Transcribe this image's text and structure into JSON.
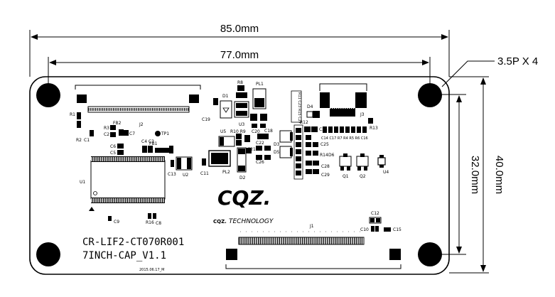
{
  "dimensions": {
    "width_top": "85.0mm",
    "width_inner": "77.0mm",
    "height_right": "40.0mm",
    "height_inner": "32.0mm",
    "hole_spec": "3.5P X 4"
  },
  "board": {
    "part_number": "CR-LIF2-CT070R001",
    "product": "7INCH-CAP_V1.1",
    "date": "2015.06.17_M",
    "logo": "CQZ.",
    "brand": "TECHNOLOGY"
  },
  "components": {
    "R1": "R1",
    "R2": "R2",
    "C1": "C1",
    "R3": "R3",
    "C2": "C2",
    "FB2": "FB2",
    "C7": "C7",
    "J2": "J2",
    "TP1": "TP1",
    "C4C3": "C4 C3",
    "C6": "C6",
    "C5": "C5",
    "FB1": "FB1",
    "U1": "U1",
    "C13": "C13",
    "U2": "U2",
    "C11": "C11",
    "C9": "C9",
    "R16": "R16",
    "C8": "C8",
    "D1": "D1",
    "R8": "R8",
    "PL1": "PL1",
    "C19": "C19",
    "U3": "U3",
    "U5": "U5",
    "R10R9": "R10 R9",
    "C18": "C18",
    "C20": "C20",
    "C22": "C22",
    "C21": "C21",
    "PL2": "PL2",
    "D2": "D2",
    "C26": "C26",
    "D3": "D3",
    "D5": "D5",
    "rotated": "R11 C23 R15 C27",
    "D4": "D4",
    "J3": "J3",
    "R12": "R12",
    "C24": "C24",
    "C14row": "C14 C17 R7 R4 R5 R6 C16",
    "R13": "R13",
    "C25": "C25",
    "R14": "R14",
    "D6": "D6",
    "C28": "C28",
    "C29": "C29",
    "Q1": "Q1",
    "Q2": "Q2",
    "U4": "U4",
    "J1": "J1",
    "C12": "C12",
    "C10": "C10",
    "C15": "C15"
  }
}
